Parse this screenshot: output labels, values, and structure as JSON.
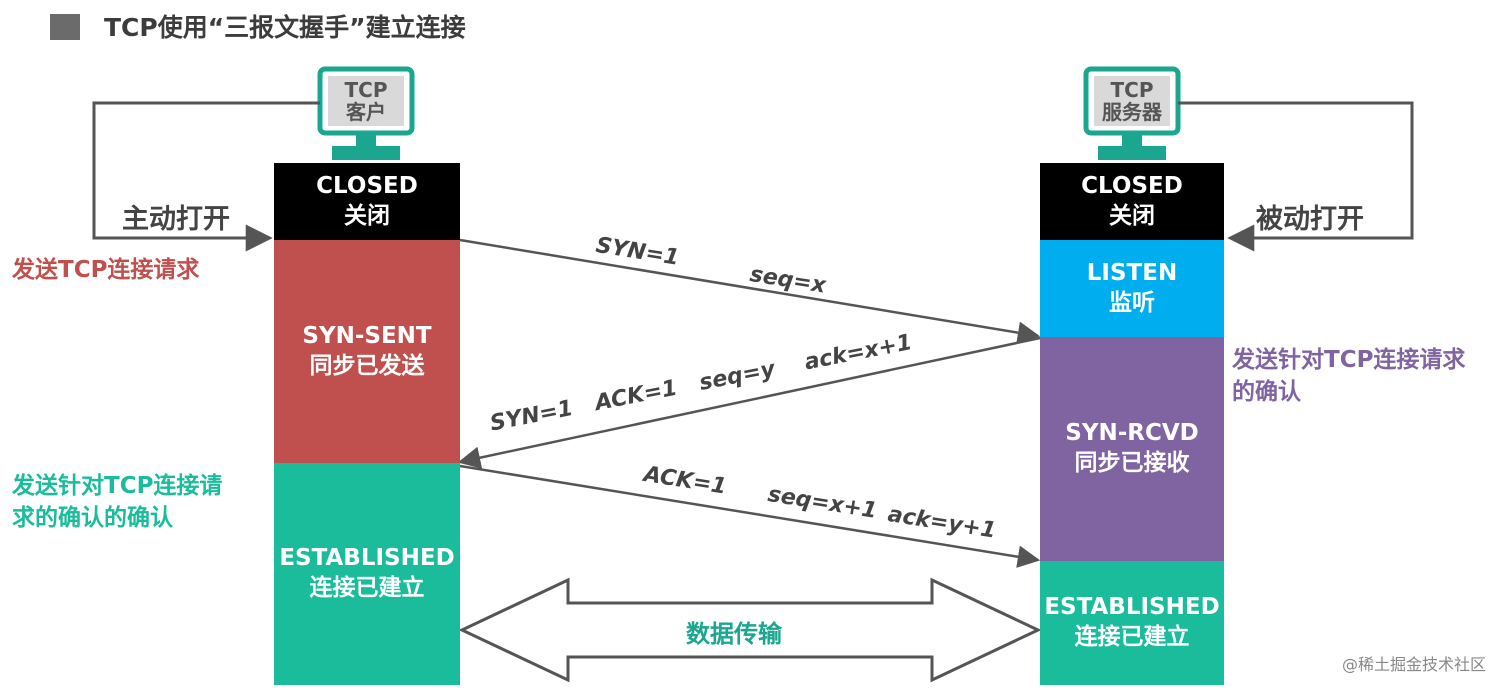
{
  "title": "TCP使用“三报文握手”建立连接",
  "client": {
    "monitor": {
      "line1": "TCP",
      "line2": "客户"
    },
    "open_label": "主动打开",
    "states": [
      {
        "en": "CLOSED",
        "zh": "关闭",
        "color": "#000000"
      },
      {
        "en": "SYN-SENT",
        "zh": "同步已发送",
        "color": "#c0504d"
      },
      {
        "en": "ESTABLISHED",
        "zh": "连接已建立",
        "color": "#1abc9c"
      }
    ],
    "annotation_1": "发送TCP连接请求",
    "annotation_2_line1": "发送针对TCP连接请",
    "annotation_2_line2": "求的确认的确认"
  },
  "server": {
    "monitor": {
      "line1": "TCP",
      "line2": "服务器"
    },
    "open_label": "被动打开",
    "states": [
      {
        "en": "CLOSED",
        "zh": "关闭",
        "color": "#000000"
      },
      {
        "en": "LISTEN",
        "zh": "监听",
        "color": "#00aeef"
      },
      {
        "en": "SYN-RCVD",
        "zh": "同步已接收",
        "color": "#8064a2"
      },
      {
        "en": "ESTABLISHED",
        "zh": "连接已建立",
        "color": "#1abc9c"
      }
    ],
    "annotation_line1": "发送针对TCP连接请求",
    "annotation_line2": "的确认"
  },
  "messages": {
    "m1_syn": "SYN=1",
    "m1_seq": "seq=x",
    "m2_text": "SYN=1   ACK=1   seq=y    ack=x+1",
    "m3_ack": "ACK=1",
    "m3_seq": "seq=x+1",
    "m3_ackno": "ack=y+1"
  },
  "data_transfer": "数据传输",
  "footer": "@稀土掘金技术社区",
  "colors": {
    "monitor": "#1aa68f",
    "client_annotation_1": "#c0504d",
    "client_annotation_2": "#1abc9c",
    "server_annotation": "#8064a2",
    "arrow": "#555555"
  }
}
